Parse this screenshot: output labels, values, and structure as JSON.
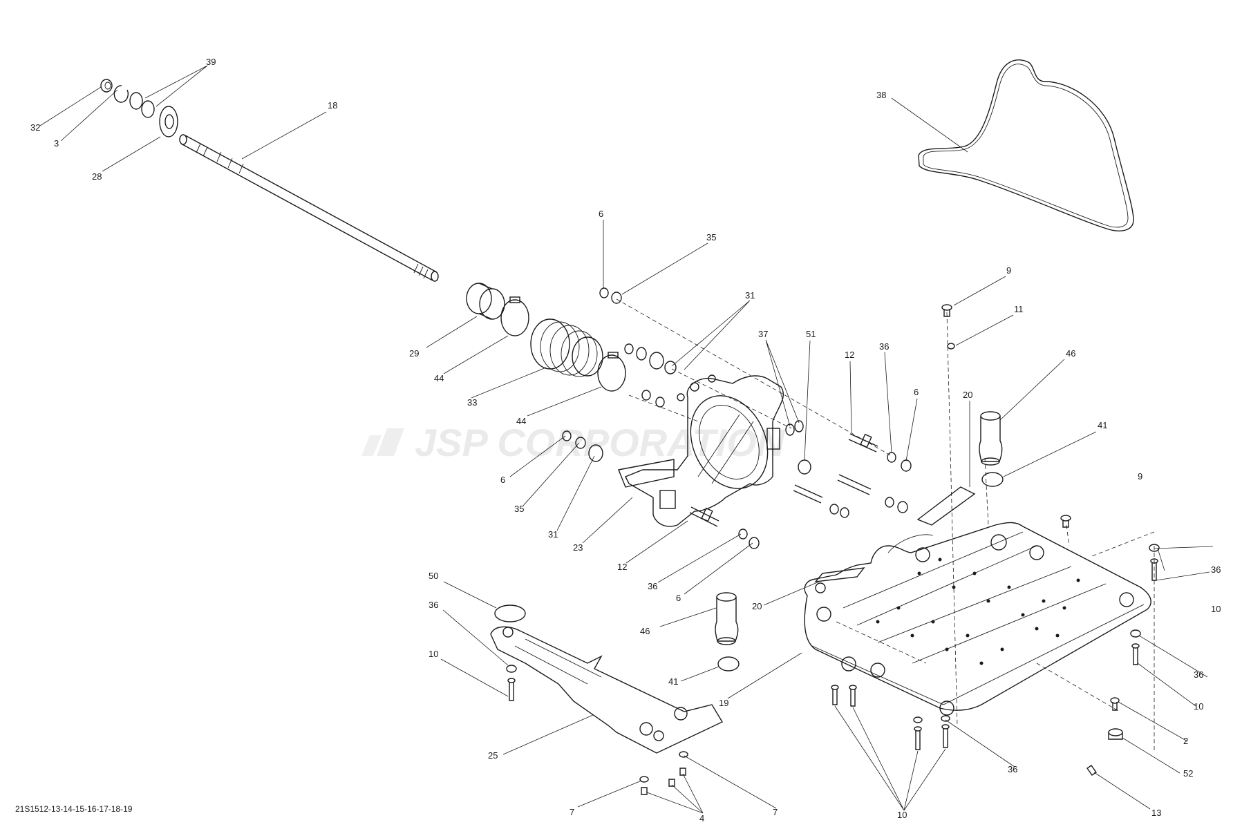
{
  "diagram": {
    "drawing_code": "21S1512-13-14-15-16-17-18-19",
    "watermark": "JSP CORPORATION",
    "callouts": [
      "39",
      "32",
      "3",
      "28",
      "18",
      "38",
      "6",
      "35",
      "31",
      "29",
      "44",
      "33",
      "37",
      "51",
      "12",
      "36",
      "9",
      "11",
      "20",
      "46",
      "41",
      "23",
      "50",
      "10",
      "25",
      "7",
      "4",
      "19",
      "2",
      "52",
      "13"
    ]
  }
}
